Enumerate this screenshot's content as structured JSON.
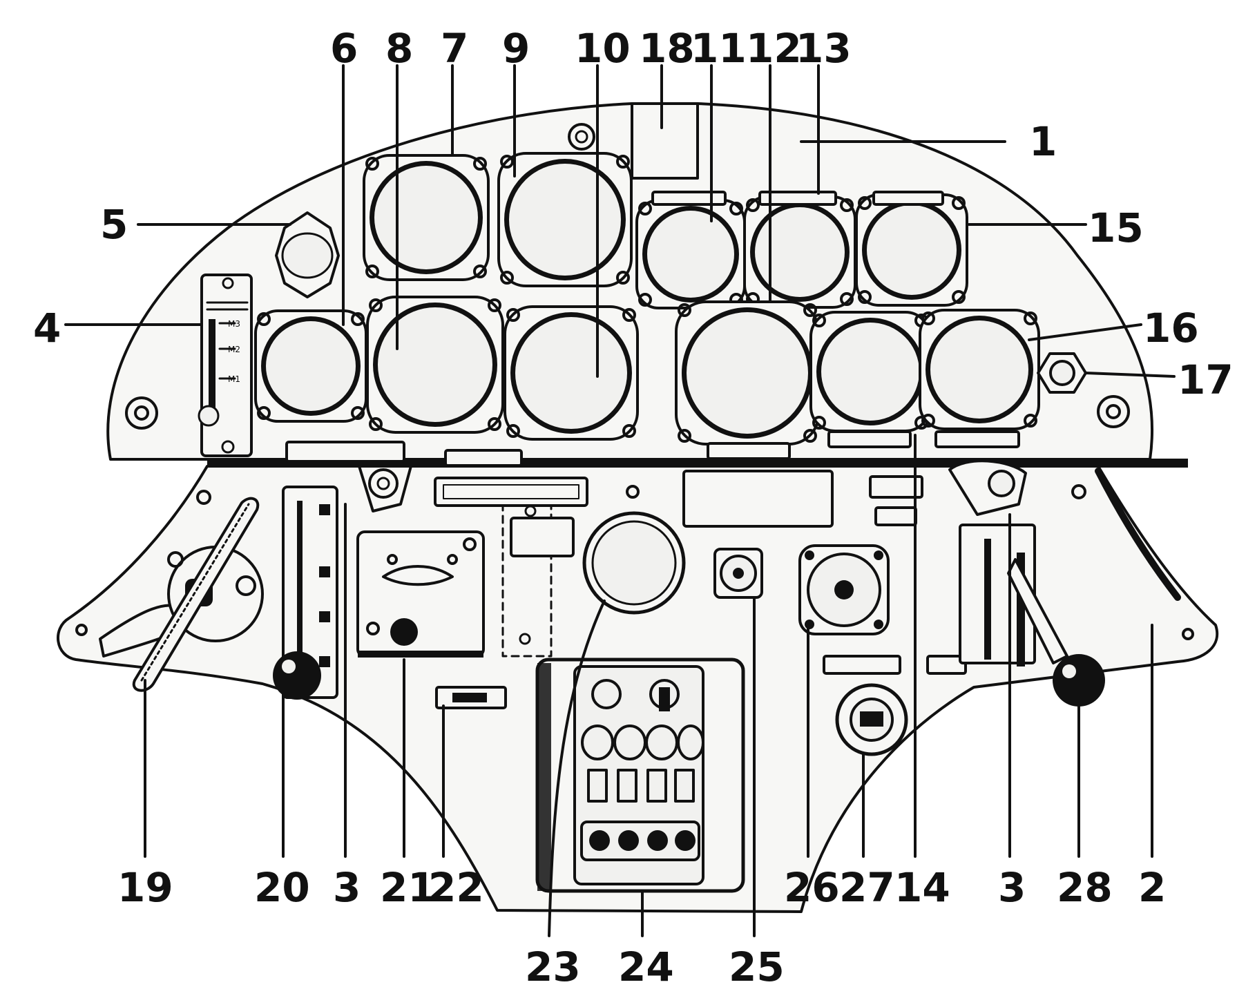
{
  "colors": {
    "ink": "#111111",
    "paper": "#f7f7f5",
    "face": "#f1f1ef",
    "background": "#ffffff"
  },
  "callouts": {
    "c1": "1",
    "c2": "2",
    "c3a": "3",
    "c3b": "3",
    "c4": "4",
    "c5": "5",
    "c6": "6",
    "c7": "7",
    "c8": "8",
    "c9": "9",
    "c10": "10",
    "c11": "11",
    "c12": "12",
    "c13": "13",
    "c14": "14",
    "c15": "15",
    "c16": "16",
    "c17": "17",
    "c18": "18",
    "c19": "19",
    "c20": "20",
    "c21": "21",
    "c22": "22",
    "c23": "23",
    "c24": "24",
    "c25": "25",
    "c26": "26",
    "c27": "27",
    "c28": "28"
  },
  "scale_marks": {
    "m_top": "M3",
    "m_mid": "M2",
    "m_low": "M1"
  }
}
